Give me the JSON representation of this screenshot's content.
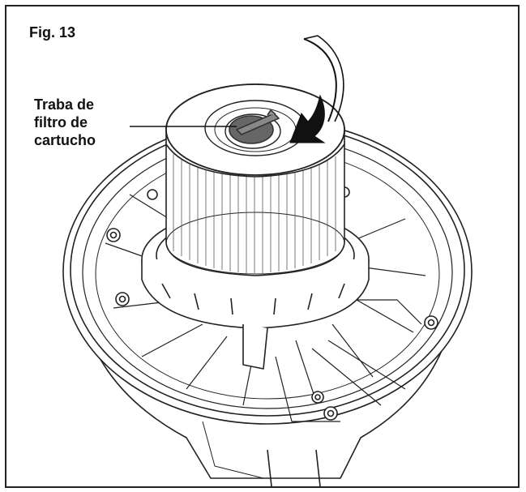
{
  "figure": {
    "label": "Fig. 13",
    "callout_lines": [
      "Traba de",
      "filtro de",
      "cartucho"
    ]
  },
  "icons": {
    "rotation_arrow": "curved-rotation-arrow-icon",
    "filter_lock": "filter-lock-knob-icon"
  },
  "colors": {
    "line": "#222222",
    "knob": "#555555",
    "arrow": "#111111",
    "background": "#ffffff"
  }
}
